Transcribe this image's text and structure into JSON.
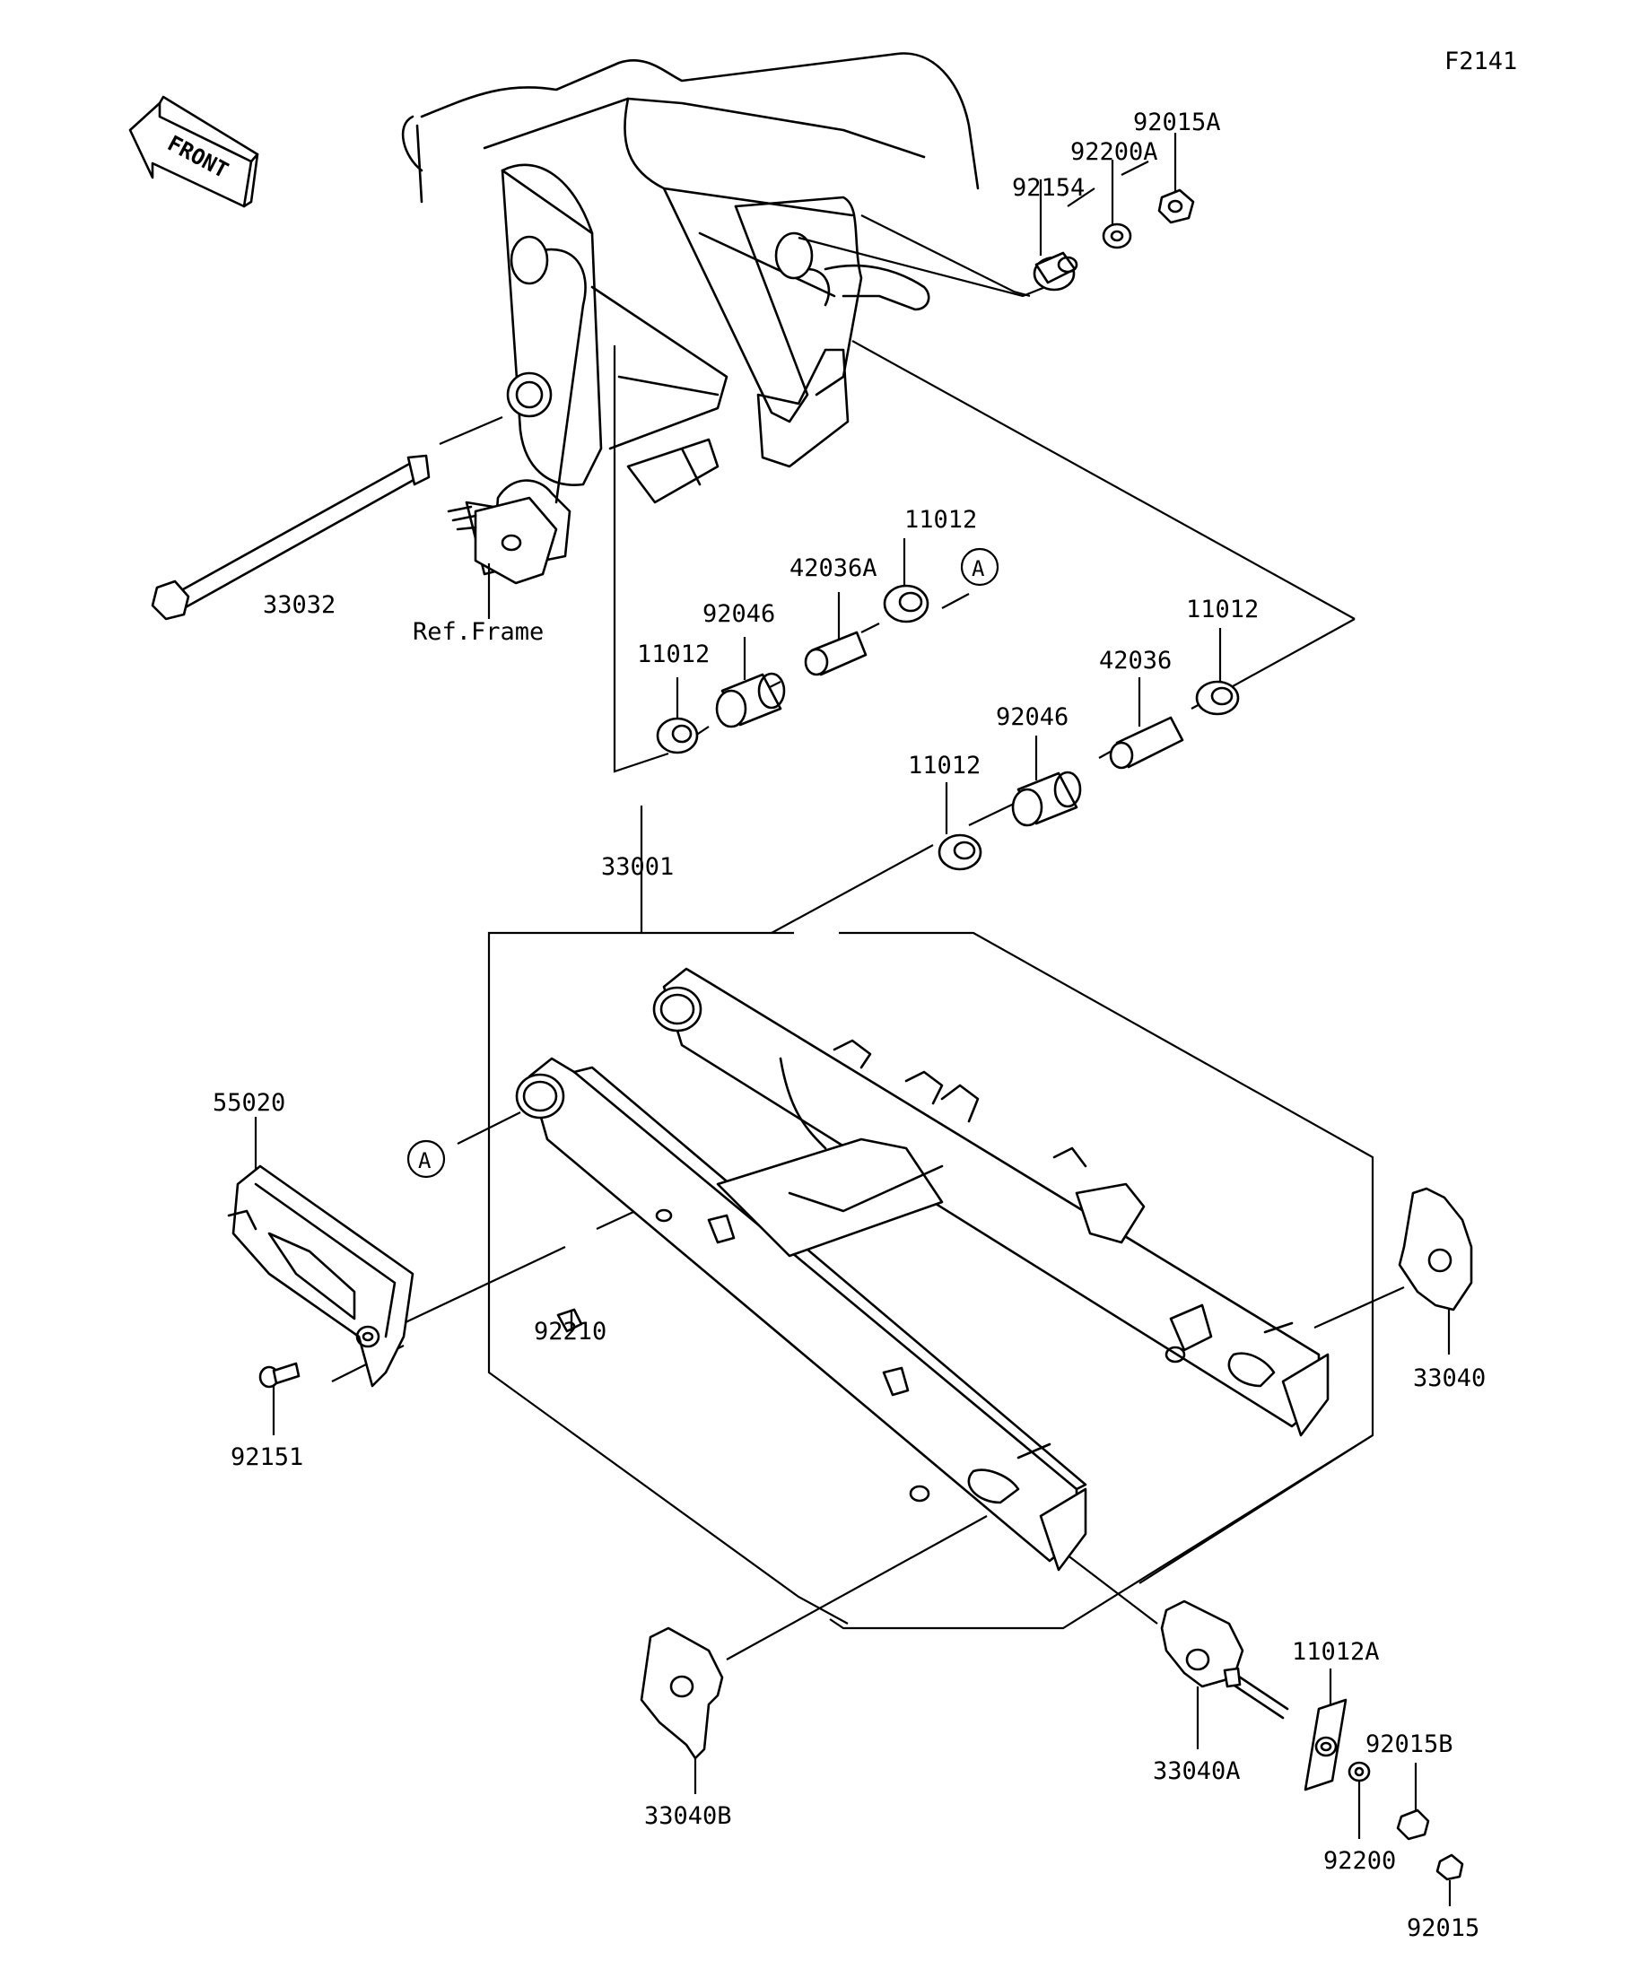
{
  "figure_code": "F2141",
  "front_arrow_text": "FRONT",
  "ref_frame_label": "Ref.Frame",
  "circle_ref": "A",
  "part_numbers": {
    "p92015A": "92015A",
    "p92200A": "92200A",
    "p92154": "92154",
    "p11012_a": "11012",
    "p42036A": "42036A",
    "p92046_a": "92046",
    "p11012_b": "11012",
    "p11012_c": "11012",
    "p42036": "42036",
    "p92046_b": "92046",
    "p11012_d": "11012",
    "p33032": "33032",
    "p33001": "33001",
    "p55020": "55020",
    "p92210": "92210",
    "p92151": "92151",
    "p33040": "33040",
    "p33040B": "33040B",
    "p33040A": "33040A",
    "p11012A": "11012A",
    "p92015B": "92015B",
    "p92200": "92200",
    "p92015": "92015"
  }
}
